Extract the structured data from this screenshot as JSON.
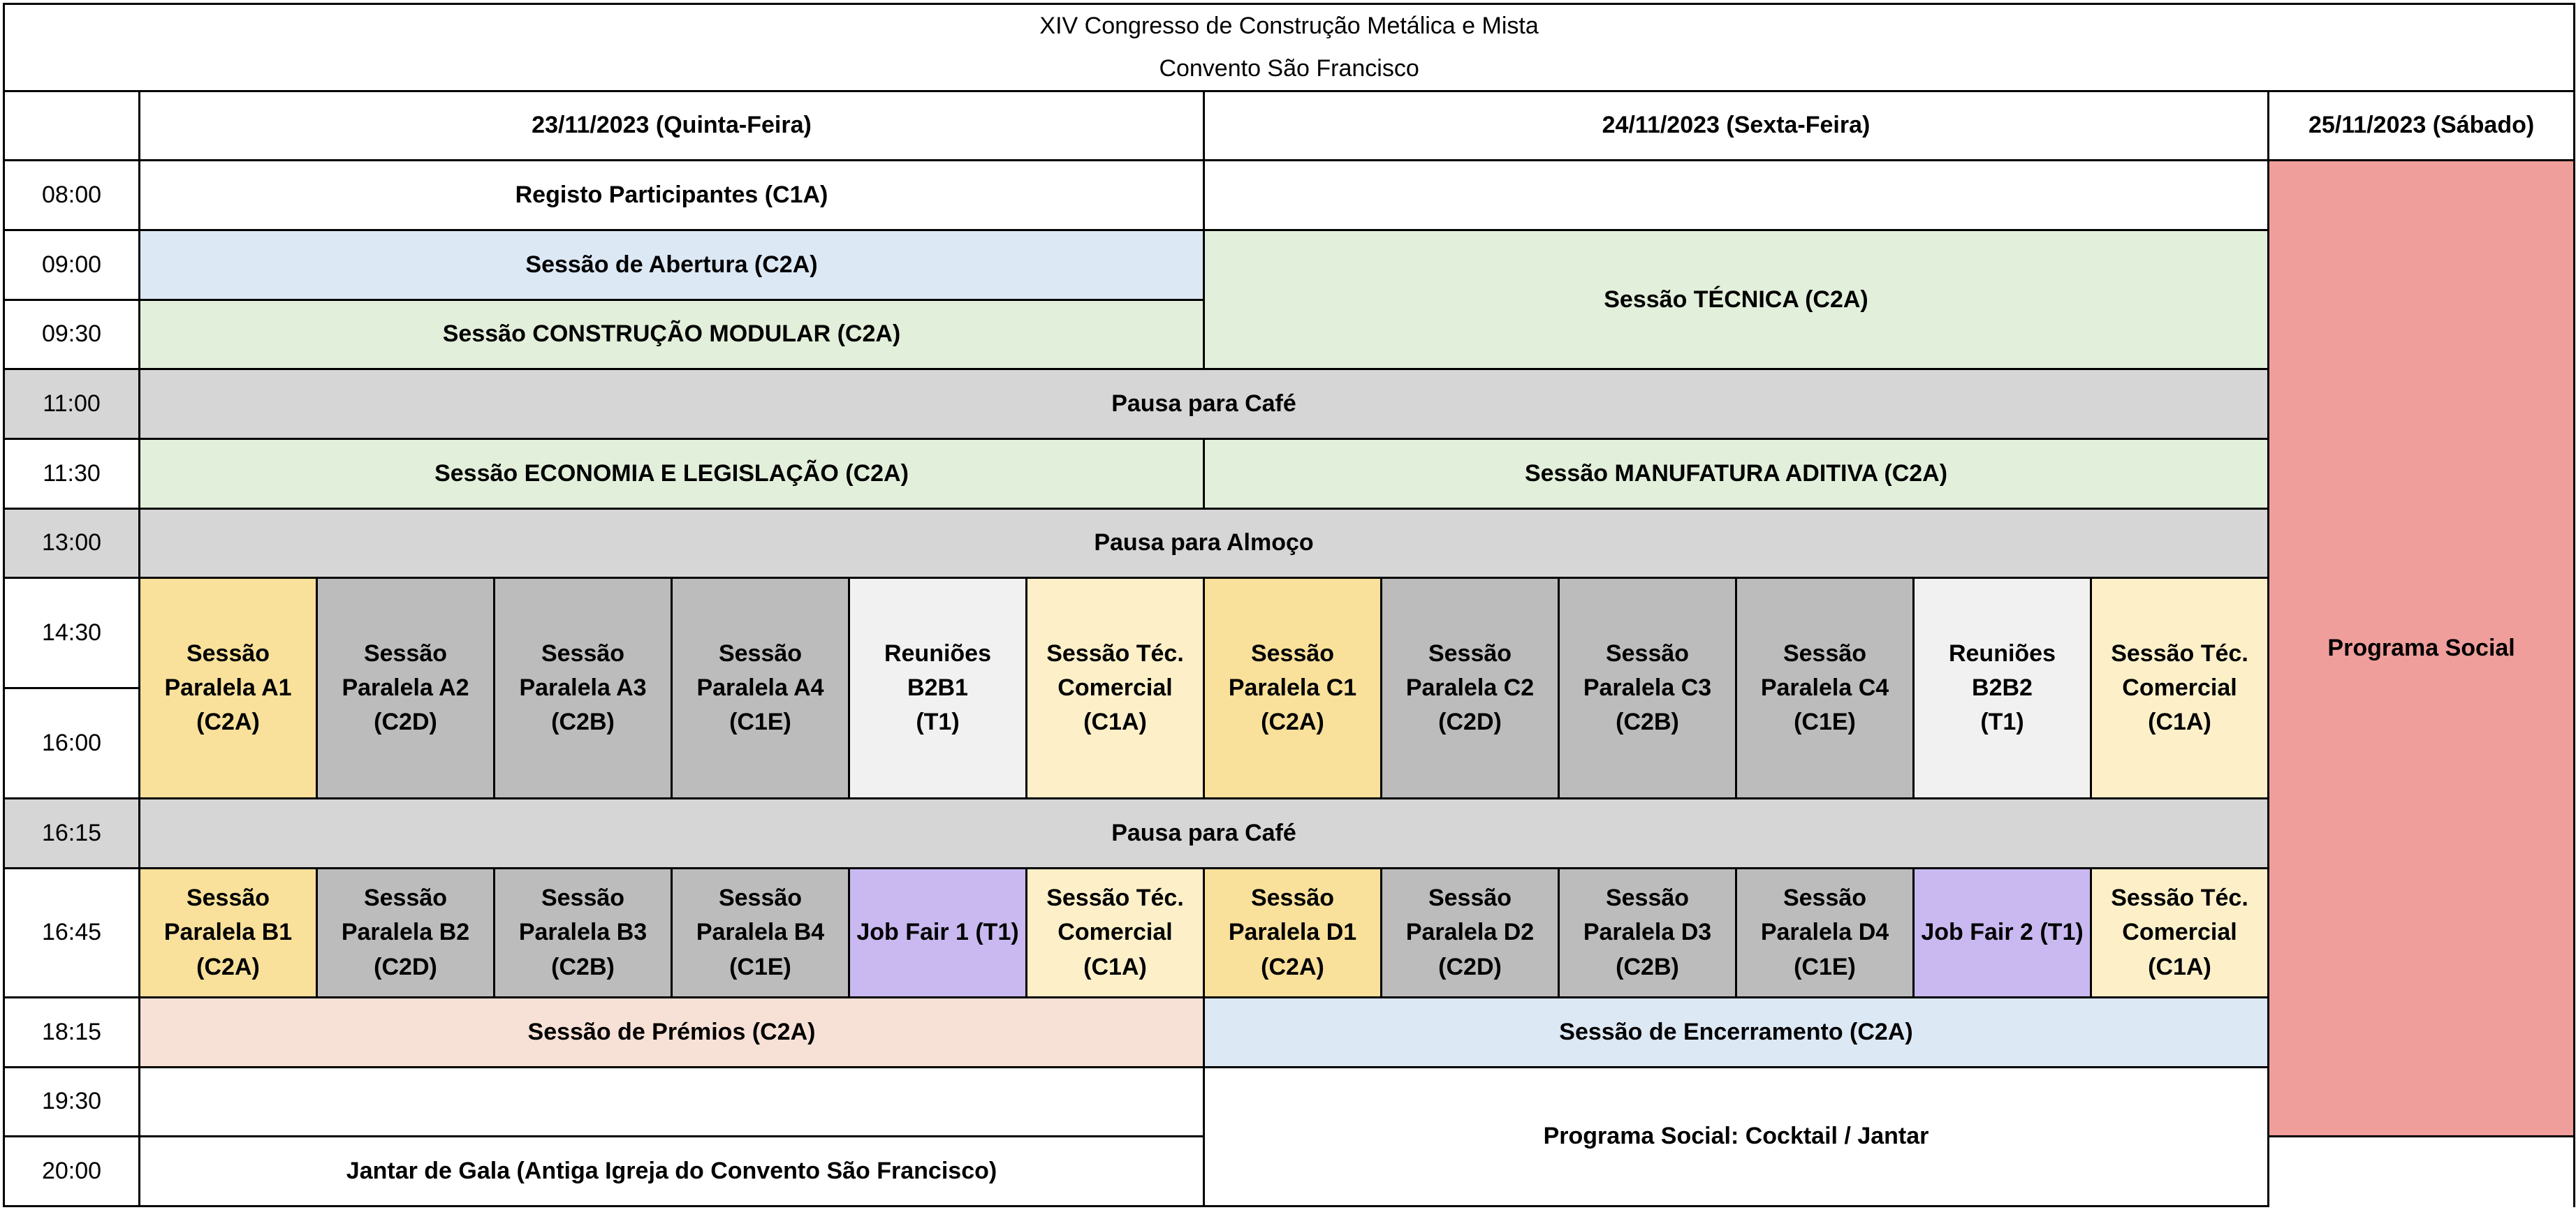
{
  "header": {
    "title": "XIV Congresso de Construção Metálica e Mista",
    "venue": "Convento São Francisco",
    "days": [
      "23/11/2023 (Quinta-Feira)",
      "24/11/2023 (Sexta-Feira)",
      "25/11/2023 (Sábado)"
    ]
  },
  "times": [
    "08:00",
    "09:00",
    "09:30",
    "11:00",
    "11:30",
    "13:00",
    "14:30",
    "16:00",
    "16:15",
    "16:45",
    "18:15",
    "19:30",
    "20:00"
  ],
  "colors": {
    "white": "#ffffff",
    "blue": "#dde8f5",
    "green": "#e2efda",
    "gray_break": "#d6d6d6",
    "yellow": "#f9e19b",
    "gray_session": "#bcbcbc",
    "light_gray": "#f1f1f1",
    "cream": "#fdf0c9",
    "purple": "#c9b9f0",
    "peach": "#f7e1d6",
    "pink": "#ef9e9b"
  },
  "sessions": {
    "registo": "Registo Participantes (C1A)",
    "abertura": "Sessão de Abertura (C2A)",
    "tecnica": "Sessão TÉCNICA  (C2A)",
    "modular": "Sessão CONSTRUÇÃO MODULAR (C2A)",
    "pausa_cafe_1": "Pausa para Café",
    "economia": "Sessão ECONOMIA E LEGISLAÇÃO (C2A)",
    "manufatura": "Sessão MANUFATURA ADITIVA  (C2A)",
    "almoco": "Pausa para Almoço",
    "programa_social": "Programa Social",
    "pausa_cafe_2": "Pausa para Café",
    "premios": "Sessão de Prémios  (C2A)",
    "encerramento": "Sessão de Encerramento  (C2A)",
    "cocktail": "Programa Social: Cocktail / Jantar",
    "jantar_gala": "Jantar de Gala (Antiga Igreja do Convento São Francisco)"
  },
  "parallel_1": [
    {
      "lines": [
        "Sessão",
        "Paralela A1",
        "(C2A)"
      ],
      "color": "yellow"
    },
    {
      "lines": [
        "Sessão",
        "Paralela A2",
        "(C2D)"
      ],
      "color": "gray_session"
    },
    {
      "lines": [
        "Sessão",
        "Paralela A3",
        "(C2B)"
      ],
      "color": "gray_session"
    },
    {
      "lines": [
        "Sessão",
        "Paralela A4",
        "(C1E)"
      ],
      "color": "gray_session"
    },
    {
      "lines": [
        "Reuniões B2B1",
        "(T1)"
      ],
      "color": "light_gray"
    },
    {
      "lines": [
        "Sessão Téc.",
        "Comercial",
        "(C1A)"
      ],
      "color": "cream"
    },
    {
      "lines": [
        "Sessão",
        "Paralela C1",
        "(C2A)"
      ],
      "color": "yellow"
    },
    {
      "lines": [
        "Sessão",
        "Paralela C2",
        "(C2D)"
      ],
      "color": "gray_session"
    },
    {
      "lines": [
        "Sessão",
        "Paralela C3",
        "(C2B)"
      ],
      "color": "gray_session"
    },
    {
      "lines": [
        "Sessão",
        "Paralela C4",
        "(C1E)"
      ],
      "color": "gray_session"
    },
    {
      "lines": [
        "Reuniões B2B2",
        "(T1)"
      ],
      "color": "light_gray"
    },
    {
      "lines": [
        "Sessão Téc.",
        "Comercial",
        "(C1A)"
      ],
      "color": "cream"
    }
  ],
  "parallel_2": [
    {
      "lines": [
        "Sessão",
        "Paralela B1",
        "(C2A)"
      ],
      "color": "yellow"
    },
    {
      "lines": [
        "Sessão",
        "Paralela B2",
        "(C2D)"
      ],
      "color": "gray_session"
    },
    {
      "lines": [
        "Sessão",
        "Paralela B3",
        "(C2B)"
      ],
      "color": "gray_session"
    },
    {
      "lines": [
        "Sessão",
        "Paralela B4",
        "(C1E)"
      ],
      "color": "gray_session"
    },
    {
      "lines": [
        "Job Fair 1 (T1)"
      ],
      "color": "purple"
    },
    {
      "lines": [
        "Sessão Téc.",
        "Comercial",
        "(C1A)"
      ],
      "color": "cream"
    },
    {
      "lines": [
        "Sessão",
        "Paralela D1",
        "(C2A)"
      ],
      "color": "yellow"
    },
    {
      "lines": [
        "Sessão",
        "Paralela D2",
        "(C2D)"
      ],
      "color": "gray_session"
    },
    {
      "lines": [
        "Sessão",
        "Paralela D3",
        "(C2B)"
      ],
      "color": "gray_session"
    },
    {
      "lines": [
        "Sessão",
        "Paralela D4",
        "(C1E)"
      ],
      "color": "gray_session"
    },
    {
      "lines": [
        "Job Fair 2 (T1)"
      ],
      "color": "purple"
    },
    {
      "lines": [
        "Sessão Téc.",
        "Comercial",
        "(C1A)"
      ],
      "color": "cream"
    }
  ]
}
